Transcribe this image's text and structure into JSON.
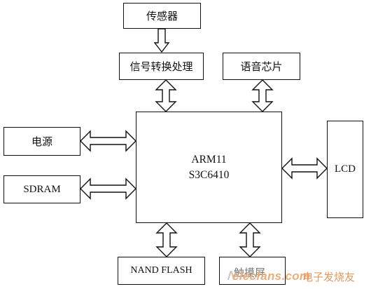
{
  "blocks": {
    "sensor": "传感器",
    "signal_processing": "信号转换处理",
    "voice_chip": "语音芯片",
    "power": "电源",
    "sdram": "SDRAM",
    "cpu_line1": "ARM11",
    "cpu_line2": "S3C6410",
    "lcd": "LCD",
    "nand_flash": "NAND FLASH",
    "touch_screen": "触摸屏"
  },
  "watermark": {
    "symbol": "∧",
    "domain": "elecfans.com",
    "site_cn": "电子发烧友"
  }
}
